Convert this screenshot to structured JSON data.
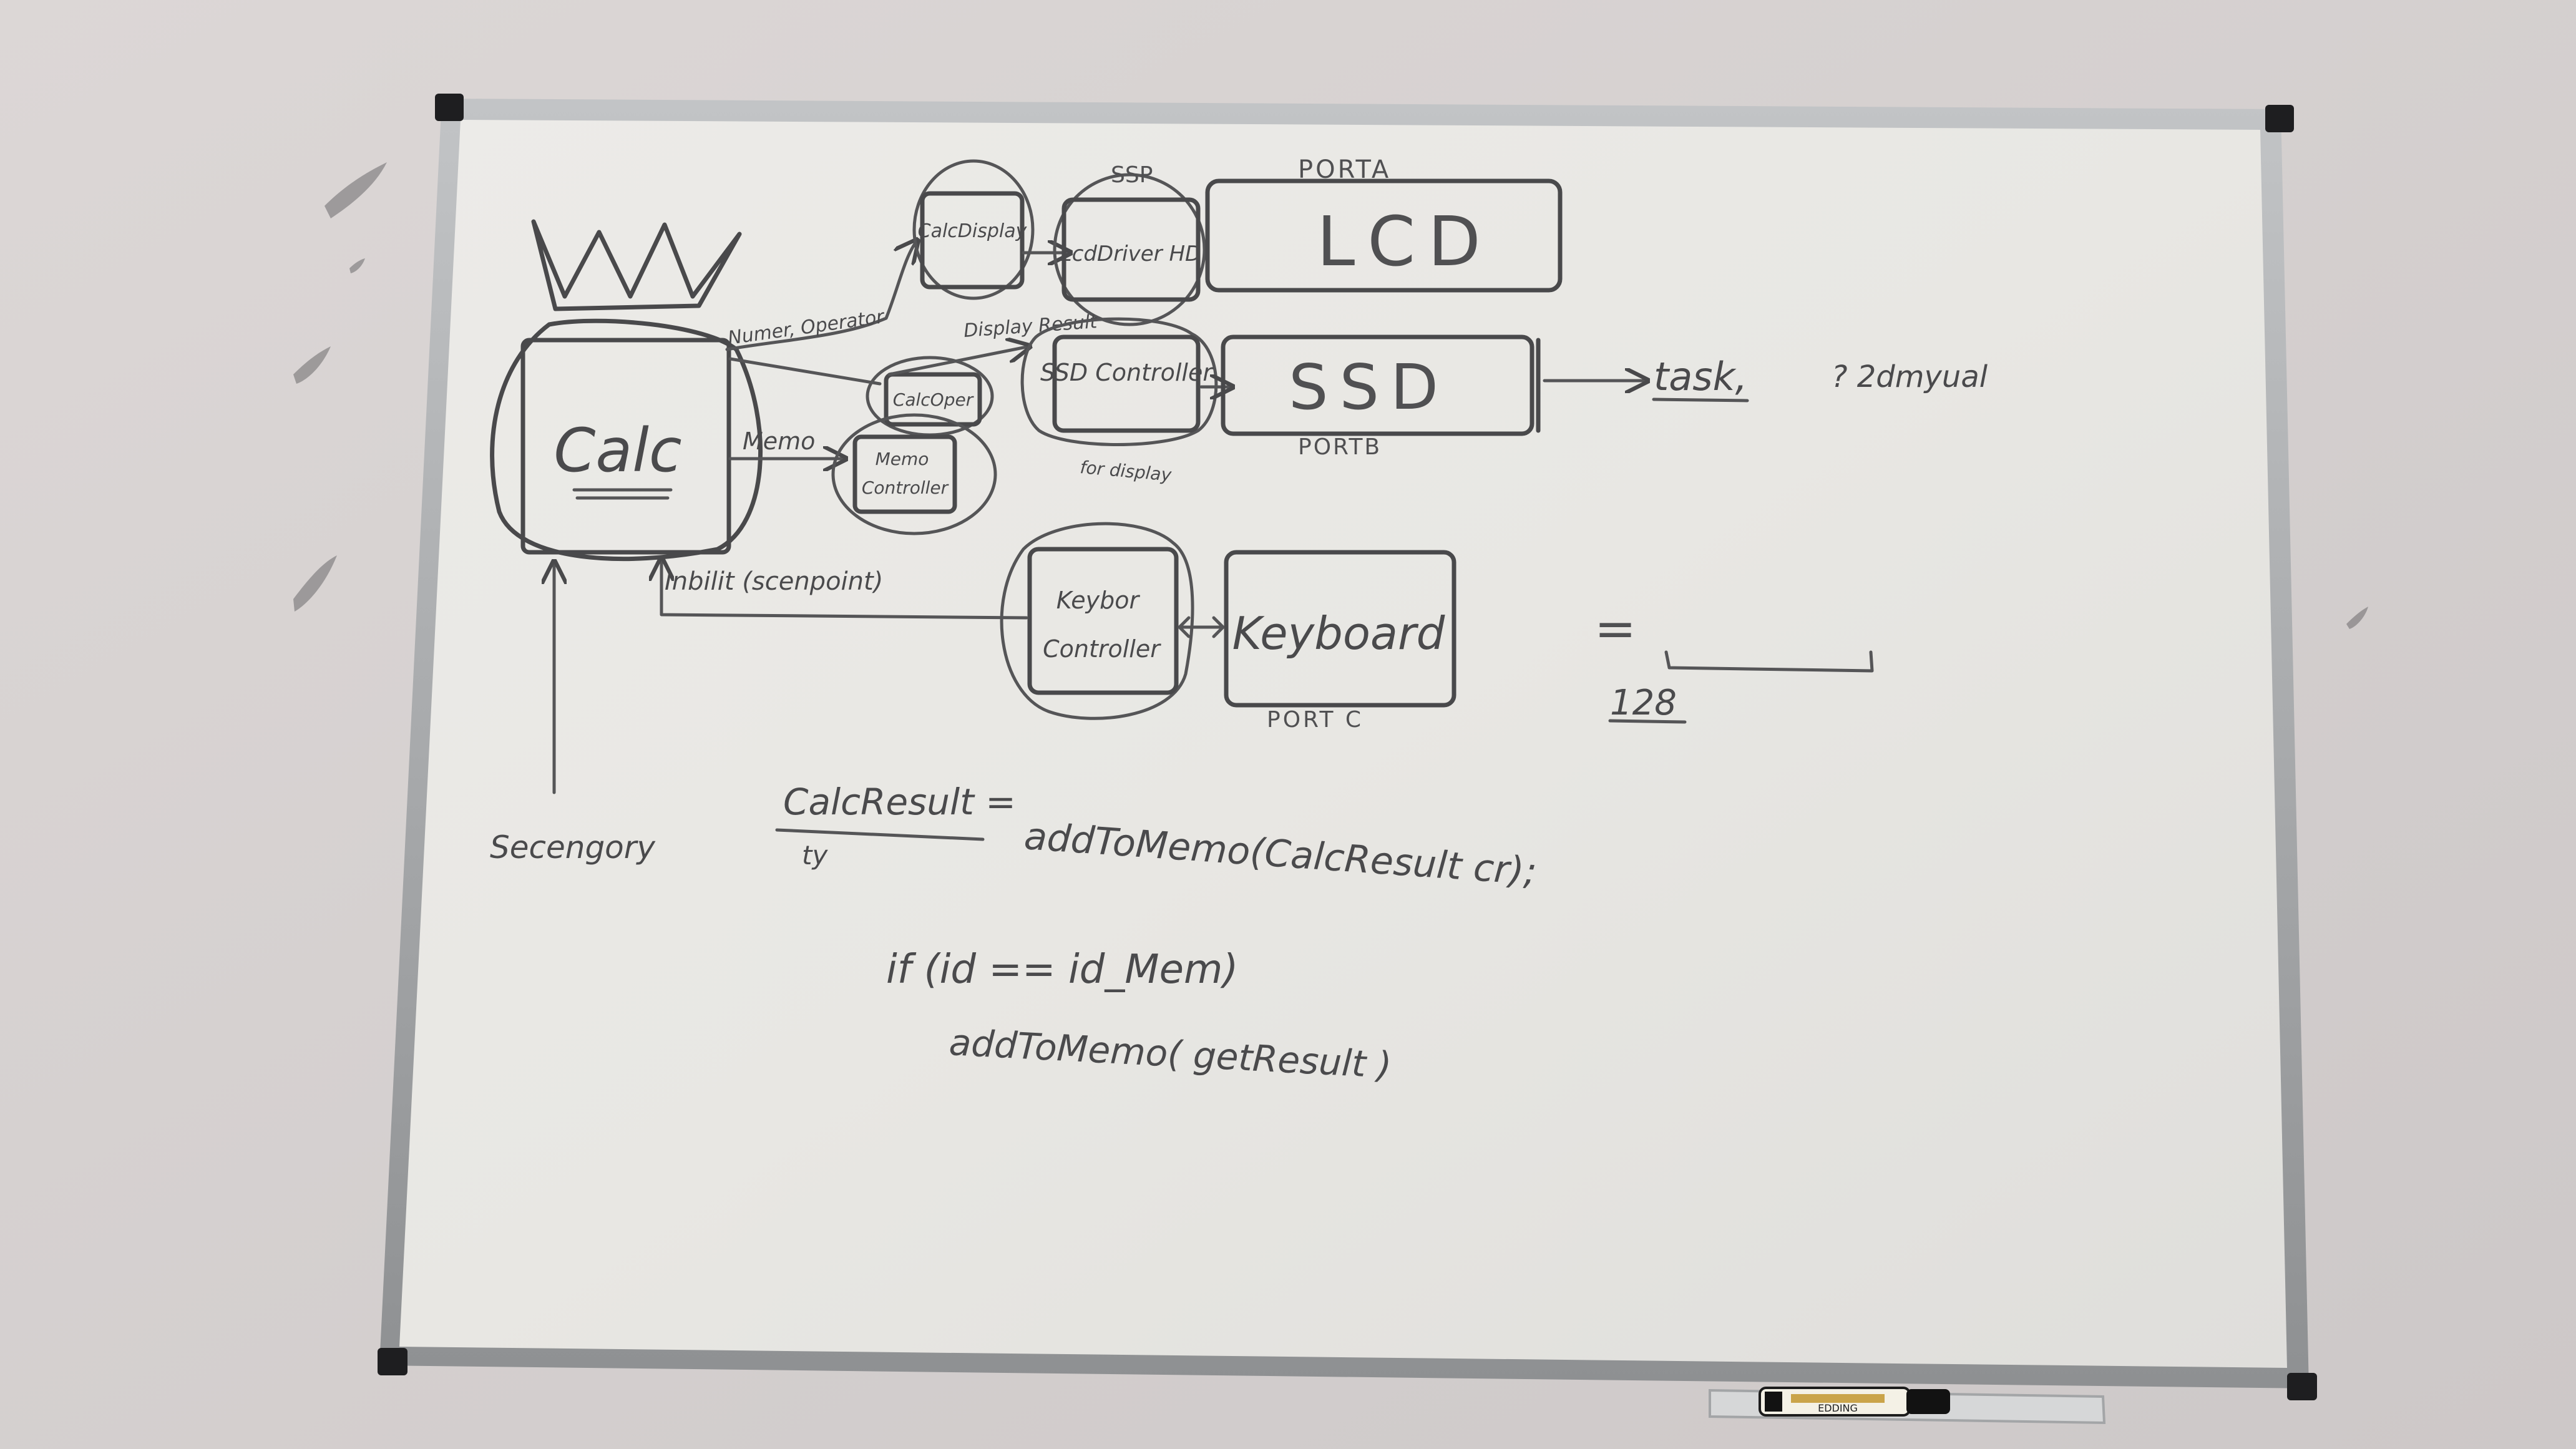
{
  "scene": {
    "type": "photo of a whiteboard with a hand-drawn software architecture diagram",
    "colors": {
      "wall": "#d6d1d1",
      "board": "#e9e8e4",
      "frame": "#a9abad",
      "ink": "#49494b"
    }
  },
  "board": {
    "nodes": {
      "calc": "Calc",
      "calc_display": "CalcDisplay",
      "lcd_driver": "LcdDriver HD",
      "lcd": "LCD",
      "calc_oper": "CalcOper",
      "ssd_controller": "SSD Controller",
      "ssd": "SSD",
      "memo_controller": "Memo Controller",
      "keyboard_controller": "Keybor Controller",
      "keyboard": "Keyboard"
    },
    "ports": {
      "lcd_top": "SSP",
      "port_a": "PORTA",
      "port_b": "PORTB",
      "port_c": "PORT C"
    },
    "edges": {
      "calc_to_top": "Numer, Operator",
      "calc_to_memo": "Memo",
      "display_to_ssd": "Display Result",
      "ssd_note": "for display",
      "keyboard_to_calc": "Inbilit (scenpoint)",
      "bottom_arrow": "Secengory"
    },
    "side_notes": {
      "ssd_task": "task,",
      "ssd_question": "? 2dmyual",
      "eq_sign": "=",
      "num_128": "128"
    },
    "code": {
      "line1_lhs": "CalcResult =",
      "line1_lhs_sub": "ty",
      "line1_rhs": "addToMemo(CalcResult cr);",
      "line2": "if (id == id_Mem)",
      "line3": "addToMemo( getResult )"
    },
    "marker": {
      "label": "EDDING"
    }
  }
}
